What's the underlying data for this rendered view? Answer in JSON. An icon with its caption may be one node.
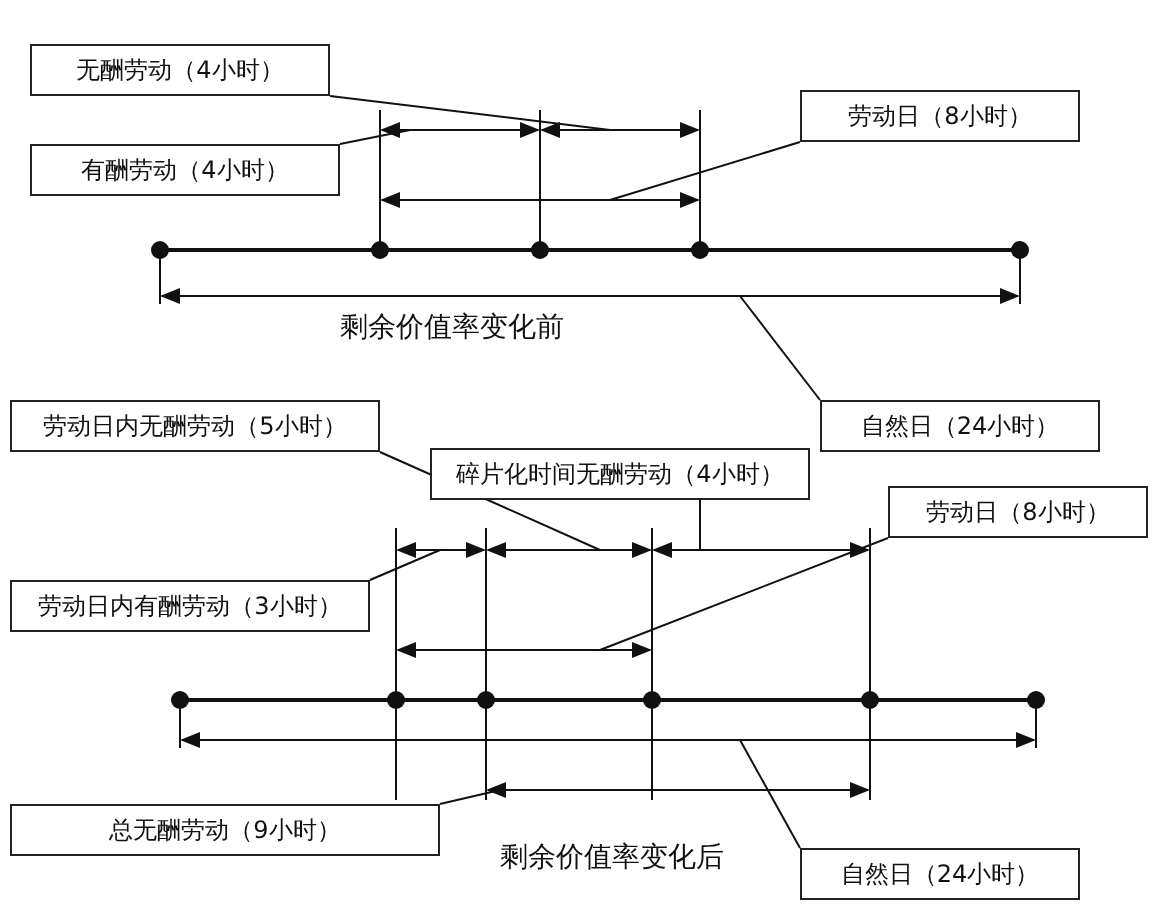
{
  "diagram": {
    "nodes": [
      {
        "text": [
          "无酬劳动（4小时）"
        ]
      },
      {
        "text": [
          "有酬劳动（4小时）"
        ]
      },
      {
        "text": [
          "劳动日（8小时）"
        ]
      },
      {
        "text": [
          "自然日（24小时）"
        ]
      },
      {
        "text": [
          "劳动日内无酬劳动（5小时）"
        ]
      },
      {
        "text": [
          "碎片化时间无酬劳动（4小时）"
        ]
      },
      {
        "text": [
          "劳动日内有酬劳动（3小时）"
        ]
      },
      {
        "text": [
          "劳动日（8小时）"
        ]
      },
      {
        "text": [
          "总无酬劳动（9小时）"
        ]
      },
      {
        "text": [
          "自然日（24小时）"
        ]
      },
      {
        "text": [],
        "shape": "bar"
      },
      {
        "text": [],
        "shape": "bar"
      },
      {
        "text": [],
        "shape": "bar"
      },
      {
        "text": [],
        "shape": "bar"
      },
      {
        "text": [],
        "shape": "bar"
      },
      {
        "text": [],
        "shape": "bar"
      },
      {
        "text": [],
        "shape": "bar"
      },
      {
        "text": [],
        "shape": "bar"
      },
      {
        "text": [],
        "shape": "bar"
      },
      {
        "text": [],
        "shape": "bar"
      }
    ],
    "edges": [
      {
        "from": 0,
        "to": 11,
        "arrow": "none"
      },
      {
        "from": 1,
        "to": 10,
        "arrow": "none"
      },
      {
        "from": 2,
        "to": 12,
        "arrow": "none"
      },
      {
        "from": 3,
        "to": 13,
        "arrow": "none"
      },
      {
        "from": 4,
        "to": 15,
        "arrow": "none"
      },
      {
        "from": 5,
        "to": 16,
        "arrow": "none"
      },
      {
        "from": 6,
        "to": 14,
        "arrow": "none"
      },
      {
        "from": 7,
        "to": 17,
        "arrow": "none"
      },
      {
        "from": 8,
        "to": 19,
        "arrow": "none"
      },
      {
        "from": 9,
        "to": 18,
        "arrow": "none"
      }
    ],
    "labels": [
      "剩余价值率变化前",
      "剩余价值率变化后"
    ]
  }
}
